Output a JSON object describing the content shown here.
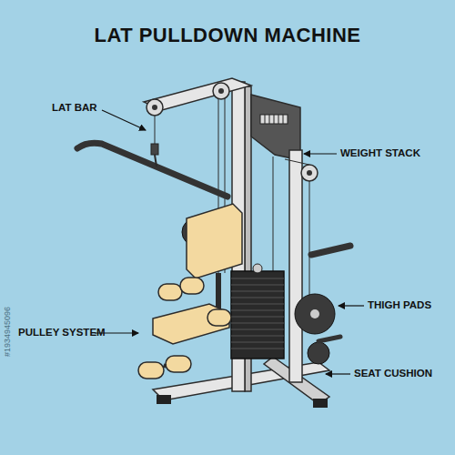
{
  "diagram": {
    "title": "LAT PULLDOWN MACHINE",
    "labels": [
      "LAT BAR",
      "PULLEY SYSTEM",
      "WEIGHT STACK",
      "THIGH PADS",
      "SEAT CUSHION",
      "#1934945096"
    ]
  }
}
